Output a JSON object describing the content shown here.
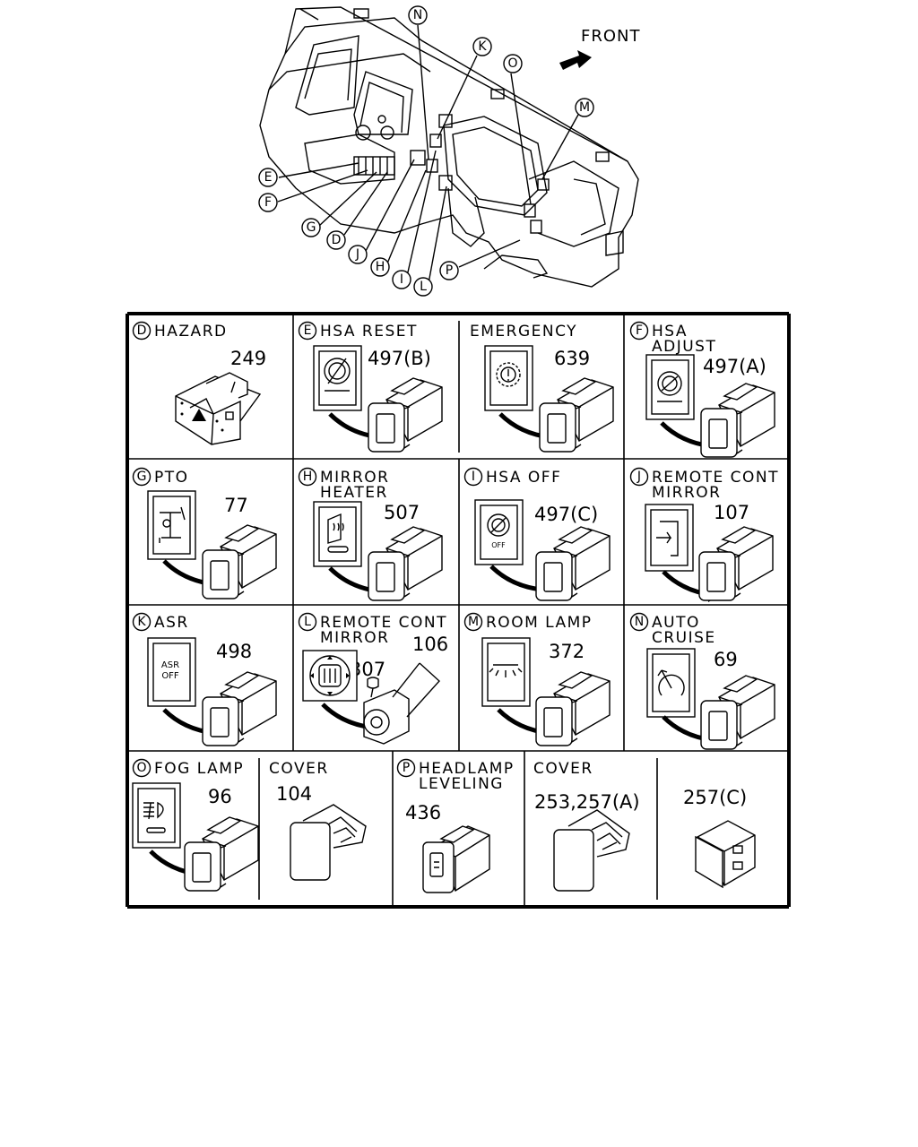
{
  "overview": {
    "front_label": "FRONT",
    "callouts": [
      "N",
      "K",
      "O",
      "M",
      "E",
      "F",
      "G",
      "D",
      "J",
      "H",
      "I",
      "L",
      "P"
    ]
  },
  "cells": [
    {
      "key": "D",
      "letter": "D",
      "title": [
        "HAZARD"
      ],
      "part": "249"
    },
    {
      "key": "E",
      "letter": "E",
      "title": [
        "HSA RESET"
      ],
      "part": "497(B)"
    },
    {
      "key": "EM",
      "letter": "",
      "title": [
        "EMERGENCY"
      ],
      "part": "639"
    },
    {
      "key": "F",
      "letter": "F",
      "title": [
        "HSA",
        "ADJUST"
      ],
      "part": "497(A)"
    },
    {
      "key": "G",
      "letter": "G",
      "title": [
        "PTO"
      ],
      "part": "77"
    },
    {
      "key": "H",
      "letter": "H",
      "title": [
        "MIRROR",
        "HEATER"
      ],
      "part": "507"
    },
    {
      "key": "I",
      "letter": "I",
      "title": [
        "HSA OFF"
      ],
      "part": "497(C)",
      "icon_text": "OFF"
    },
    {
      "key": "J",
      "letter": "J",
      "title": [
        "REMOTE CONT",
        "MIRROR"
      ],
      "part": "107"
    },
    {
      "key": "K",
      "letter": "K",
      "title": [
        "ASR"
      ],
      "part": "498",
      "icon_text": [
        "ASR",
        "OFF"
      ]
    },
    {
      "key": "L",
      "letter": "L",
      "title": [
        "REMOTE CONT",
        "MIRROR"
      ],
      "part": "106",
      "part2": "307"
    },
    {
      "key": "M",
      "letter": "M",
      "title": [
        "ROOM LAMP"
      ],
      "part": "372"
    },
    {
      "key": "N",
      "letter": "N",
      "title": [
        "AUTO",
        "CRUISE"
      ],
      "part": "69"
    },
    {
      "key": "O",
      "letter": "O",
      "title": [
        "FOG LAMP"
      ],
      "part": "96"
    },
    {
      "key": "C1",
      "letter": "",
      "title": [
        "COVER"
      ],
      "part": "104"
    },
    {
      "key": "P",
      "letter": "P",
      "title": [
        "HEADLAMP",
        "LEVELING"
      ],
      "part": "436"
    },
    {
      "key": "C2",
      "letter": "",
      "title": [
        "COVER"
      ],
      "part": "253,257(A)"
    },
    {
      "key": "C3",
      "letter": "",
      "title": [
        ""
      ],
      "part": "257(C)"
    }
  ]
}
